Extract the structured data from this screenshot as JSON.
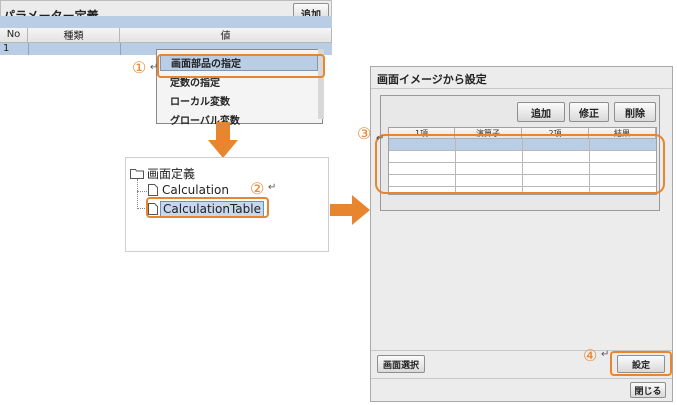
{
  "param_panel": {
    "title": "パラメーター定義",
    "add_button": "追加",
    "columns": [
      "No",
      "種類",
      "値"
    ],
    "row": {
      "no": "1"
    }
  },
  "dropdown": {
    "items": [
      "画面部品の指定",
      "定数の指定",
      "ローカル変数",
      "グローバル変数"
    ]
  },
  "tree": {
    "root": "画面定義",
    "children": [
      "Calculation",
      "CalculationTable"
    ]
  },
  "dialog": {
    "title": "画面イメージから設定",
    "buttons": {
      "add": "追加",
      "edit": "修正",
      "delete": "削除"
    },
    "columns": [
      "1項",
      "演算子",
      "2項",
      "結果"
    ],
    "select_screen": "画面選択",
    "set": "設定",
    "close": "閉じる"
  },
  "steps": [
    "①",
    "②",
    "③",
    "④"
  ],
  "colors": {
    "accent": "#e8852f",
    "selection": "#b9cde5"
  }
}
